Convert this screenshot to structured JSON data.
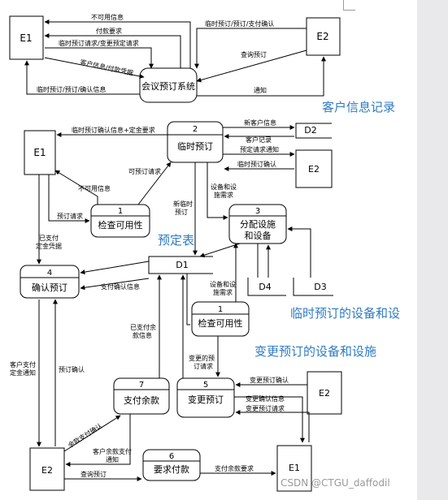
{
  "entities": {
    "e1_top": "E1",
    "e2_top": "E2",
    "system": "会议预订系统",
    "e1_mid": "E1",
    "e2_mid": "E2",
    "d2": "D2",
    "d1": "D1",
    "d4": "D4",
    "d3": "D3",
    "e2_right": "E2",
    "e2_bottom": "E2",
    "e1_bottom": "E1"
  },
  "processes": {
    "p2": {
      "num": "2",
      "name": "临时预订"
    },
    "p1a": {
      "num": "1",
      "name": "检查可用性"
    },
    "p3": {
      "num": "3",
      "name": "分配设施",
      "name2": "和设备"
    },
    "p4": {
      "num": "4",
      "name": "确认预订"
    },
    "p1b": {
      "num": "1",
      "name": "检查可用性"
    },
    "p7": {
      "num": "7",
      "name": "支付余款"
    },
    "p5": {
      "num": "5",
      "name": "变更预订"
    },
    "p6": {
      "num": "6",
      "name": "要求付款"
    }
  },
  "flows_top": {
    "unavailable": "不可用信息",
    "payment_req": "付款要求",
    "booking_request": "临时预订请求/变更预定请求",
    "customer_info": "客户信息/付款凭据",
    "temp_confirm": "临时预订/预订/确认信息",
    "e2_to_sys": "临时预订/预订/支付确认",
    "query": "查询预订",
    "notice": "通知"
  },
  "flows_mid": {
    "temp_confirm_deposit": "临时预订确认信息+定金要求",
    "new_customer": "新客户信息",
    "customer_record": "客户记录",
    "pre_request_notice": "预定请求通知",
    "temp_confirm2": "临时预订确认",
    "bookable_request": "可预订请求",
    "unavailable2": "不可用信息",
    "temp_request": "预订请求",
    "new_temp_1": "新临时",
    "new_temp_2": "预订",
    "equip_req_1": "设备和设",
    "equip_req_2": "施需求",
    "paid_deposit_1": "已支付",
    "paid_deposit_2": "定金凭据",
    "pay_confirm_info": "支付确认信息",
    "equip_req_b1": "设备和设",
    "equip_req_b2": "施需求",
    "paid_balance_1": "已支付余",
    "paid_balance_2": "款信息",
    "change_request_1": "变更的预",
    "change_request_2": "订请求"
  },
  "flows_bottom": {
    "cust_pay_deposit_1": "客户支付",
    "cust_pay_deposit_2": "定金通知",
    "booking_confirm": "预订确认",
    "balance_confirm": "余款支付确认",
    "cust_balance_notice_1": "客户余款支付",
    "cust_balance_notice_2": "通知",
    "query2": "查询预订",
    "pay_balance_req": "支付余款要求",
    "change_confirm": "变更预订确认",
    "change_confirm_info": "变更确认信息",
    "change_request": "变更预订请求"
  },
  "annotations": {
    "customer_record": "客户信息记录",
    "booking_table": "预定表",
    "temp_equipment": "临时预订的设备和设",
    "change_equipment": "变更预订的设备和设施"
  },
  "watermark": "CSDN @CTGU_daffodil"
}
